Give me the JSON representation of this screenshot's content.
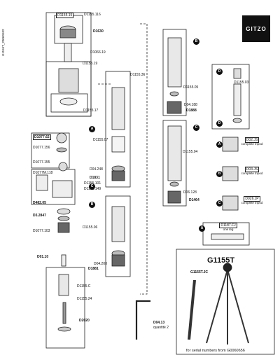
{
  "doc": {
    "side_code": "G1155T_20060102",
    "brand": "GITZO",
    "model_title": "G1155T",
    "serial_note": "for serial numbers from G0060656"
  },
  "parts": {
    "d1155_15": "D1155.15",
    "d1155_116": "D1155.116",
    "d1630": "D1630",
    "d1066_19": "D1066.19",
    "d1155_19": "D1155.19",
    "d1155_36": "D1155.36",
    "d1155_17": "D1155.17",
    "d1155_07": "D1155.07",
    "d1077_62": "D1077.62",
    "d1077_156": "D1077.156",
    "d1077_155": "D1077.155",
    "d1077m_118": "D1077M.118",
    "d482_05": "D482.05",
    "d1077_103": "D1077.103",
    "d3_2847": "D3.2847",
    "d04_248": "D04.248",
    "d1831": "D1831",
    "d1155_101": "D1155.101",
    "d1155_149": "D1155.149",
    "d1155_06": "D1155.06",
    "d04_208": "D04.208",
    "d1881": "D1881",
    "d01_10": "D01.10",
    "d1155_c": "D1155.C",
    "d1155_24": "D1155.24",
    "d2020": "D2020",
    "d04_13": "D04.13",
    "qty_note": "quantité 2",
    "d1155_05": "D1155.05",
    "d04_188": "D04.188",
    "d1888": "D1888",
    "d1155_04": "D1155.04",
    "d06_128": "D06.128",
    "d1464": "D1464",
    "d1155_03": "D1155.03",
    "g1155t_jc": "G1155T.JC"
  },
  "kits": {
    "kit_a": {
      "code": "D02.JS",
      "note": "complete tripod"
    },
    "kit_b": {
      "code": "D03.JS",
      "note": "complete tripod"
    },
    "kit_c": {
      "code": "D026.JP",
      "note": "complete tripod"
    },
    "kit_leg": {
      "code": "D1187.FJ",
      "note": "one leg"
    }
  },
  "badges": {
    "a": "A",
    "b": "B",
    "c": "C",
    "d": "D"
  }
}
